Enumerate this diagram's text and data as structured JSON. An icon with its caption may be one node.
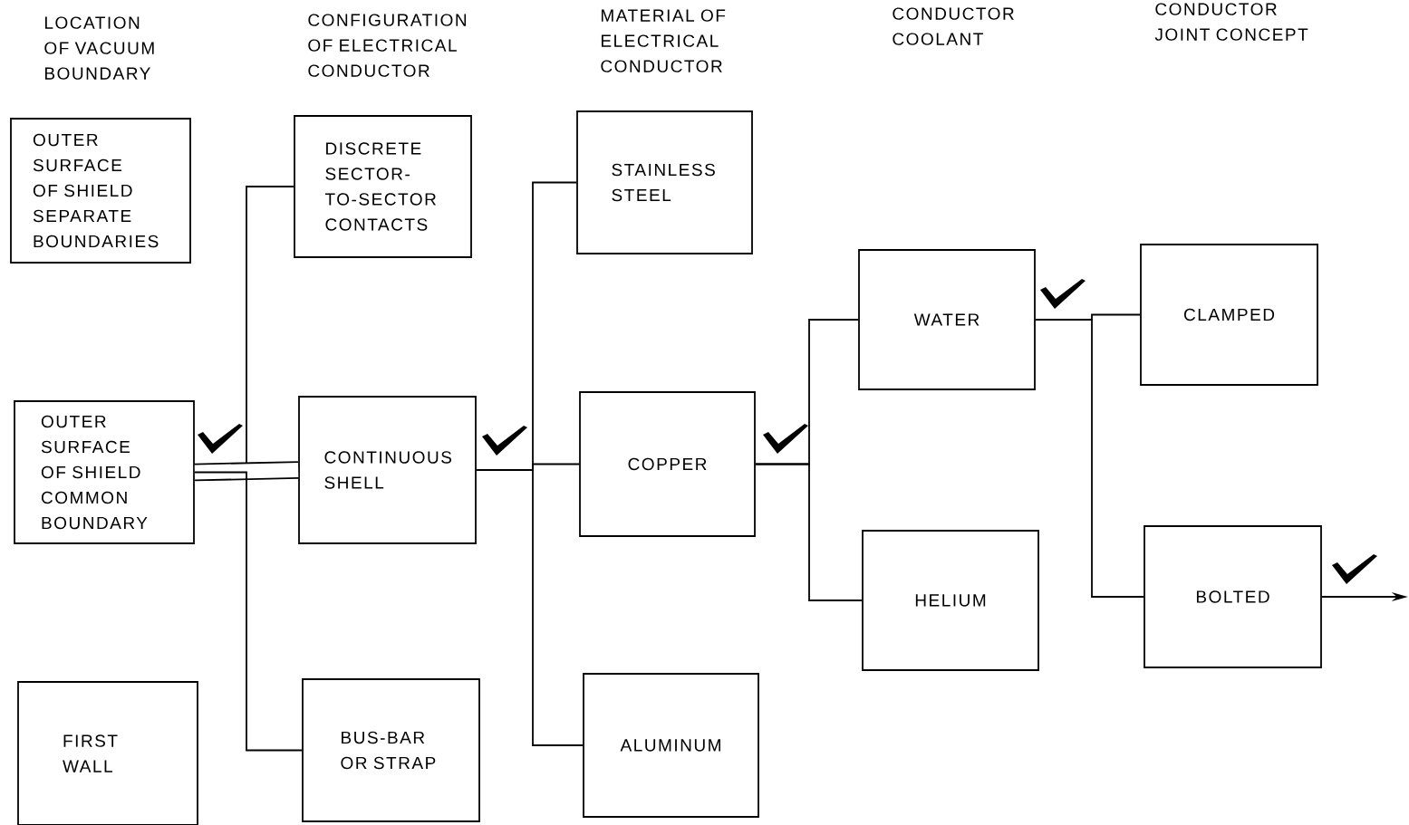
{
  "diagram": {
    "nodes": [
      {
        "text": [
          "OUTER SURFACE OF SHIELD SEPARATE BOUNDARIES"
        ]
      },
      {
        "text": [
          "OUTER SURFACE OF SHIELD COMMON BOUNDARY"
        ]
      },
      {
        "text": [
          "FIRST WALL"
        ]
      },
      {
        "text": [
          "DISCRETE SECTOR-TO-SECTOR CONTACTS"
        ]
      },
      {
        "text": [
          "CONTINUOUS SHELL"
        ]
      },
      {
        "text": [
          "BUS-BAR OR STRAP"
        ]
      },
      {
        "text": [
          "STAINLESS STEEL"
        ]
      },
      {
        "text": [
          "COPPER"
        ]
      },
      {
        "text": [
          "ALUMINUM"
        ]
      },
      {
        "text": [
          "WATER"
        ]
      },
      {
        "text": [
          "HELIUM"
        ]
      },
      {
        "text": [
          "CLAMPED"
        ]
      },
      {
        "text": [
          "BOLTED"
        ]
      }
    ],
    "edges": [
      {
        "from": 1,
        "to": 3,
        "arrow": "none"
      },
      {
        "from": 1,
        "to": 4,
        "arrow": "none",
        "style": "thick"
      },
      {
        "from": 1,
        "to": 5,
        "arrow": "none"
      },
      {
        "from": 4,
        "to": 6,
        "arrow": "none"
      },
      {
        "from": 4,
        "to": 7,
        "arrow": "none"
      },
      {
        "from": 4,
        "to": 8,
        "arrow": "none"
      },
      {
        "from": 7,
        "to": 9,
        "arrow": "none"
      },
      {
        "from": 7,
        "to": 10,
        "arrow": "none"
      },
      {
        "from": 9,
        "to": 11,
        "arrow": "none"
      },
      {
        "from": 9,
        "to": 12,
        "arrow": "none"
      },
      {
        "from": 12,
        "to": null,
        "arrow": "to"
      }
    ],
    "labels": [
      "LOCATION OF VACUUM BOUNDARY",
      "CONFIGURATION OF ELECTRICAL CONDUCTOR",
      "MATERIAL OF ELECTRICAL CONDUCTOR",
      "CONDUCTOR COOLANT",
      "CONDUCTOR JOINT CONCEPT"
    ]
  }
}
